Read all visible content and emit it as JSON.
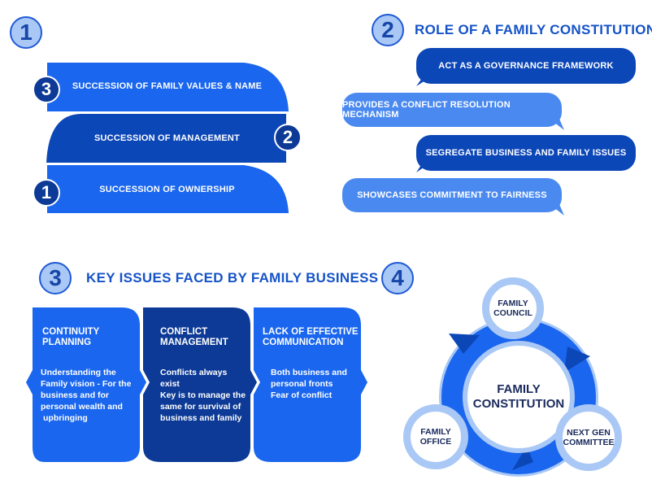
{
  "sections": {
    "s1": {
      "number": "1"
    },
    "s2": {
      "number": "2",
      "title": "ROLE OF A FAMILY CONSTITUTION"
    },
    "s3": {
      "number": "3",
      "title": "KEY ISSUES FACED BY FAMILY BUSINESS"
    },
    "s4": {
      "number": "4"
    }
  },
  "succession": [
    {
      "num": "3",
      "label": "SUCCESSION OF FAMILY VALUES & NAME"
    },
    {
      "num": "2",
      "label": "SUCCESSION OF MANAGEMENT"
    },
    {
      "num": "1",
      "label": "SUCCESSION OF OWNERSHIP"
    }
  ],
  "roles": [
    {
      "label": "ACT AS A GOVERNANCE FRAMEWORK",
      "tone": "dark"
    },
    {
      "label": "PROVIDES A CONFLICT RESOLUTION MECHANISM",
      "tone": "light"
    },
    {
      "label": "SEGREGATE BUSINESS AND FAMILY ISSUES",
      "tone": "dark"
    },
    {
      "label": "SHOWCASES COMMITMENT TO FAIRNESS",
      "tone": "light"
    }
  ],
  "issues": [
    {
      "title_1": "CONTINUITY",
      "title_2": "PLANNING",
      "lines": [
        "Understanding the",
        "Family vision - For the",
        "business and for",
        "personal wealth and",
        "upbringing"
      ]
    },
    {
      "title_1": "CONFLICT",
      "title_2": "MANAGEMENT",
      "lines": [
        "Conflicts always",
        "exist",
        "Key is to manage the",
        "same for survival of",
        "business and family"
      ]
    },
    {
      "title_1": "LACK OF EFFECTIVE",
      "title_2": "COMMUNICATION",
      "lines": [
        "Both business and",
        "personal fronts",
        "Fear of conflict"
      ]
    }
  ],
  "cycle": {
    "center_1": "FAMILY",
    "center_2": "CONSTITUTION",
    "top_1": "FAMILY",
    "top_2": "COUNCIL",
    "left_1": "FAMILY",
    "left_2": "OFFICE",
    "right_1": "NEXT GEN",
    "right_2": "COMMITTEE"
  },
  "colors": {
    "dark_blue": "#0c47b8",
    "mid_blue": "#1a66ee",
    "light_blue": "#4a8af0",
    "pale_blue": "#a9c8f5"
  }
}
